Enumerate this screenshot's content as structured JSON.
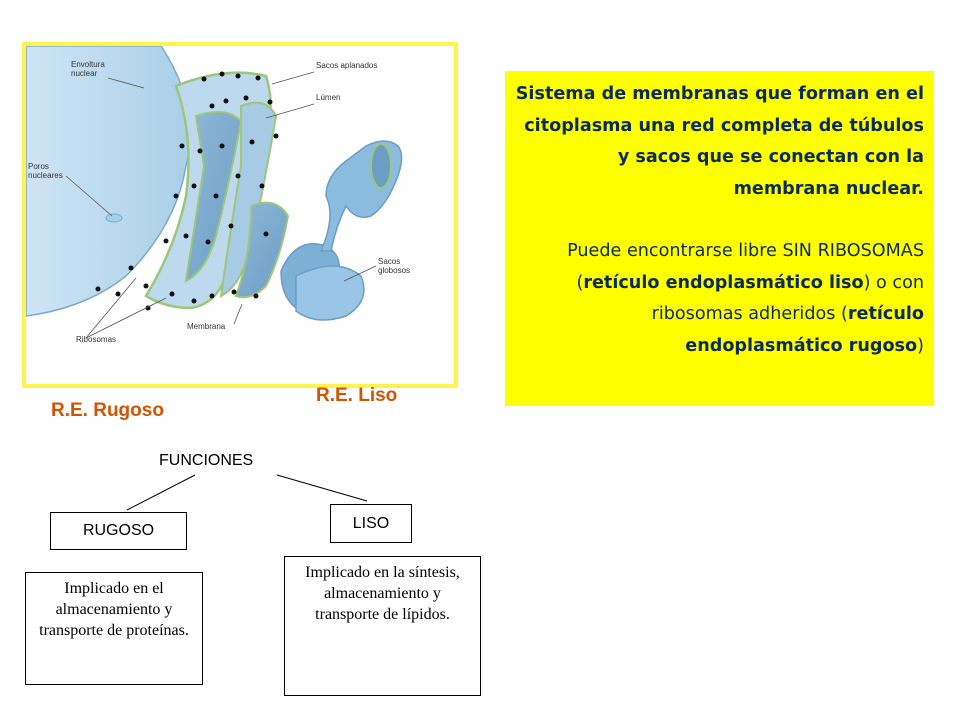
{
  "diagram": {
    "labels": {
      "envoltura": "Envoltura nuclear",
      "poros": "Poros nucleares",
      "sacos_aplanados": "Sacos aplanados",
      "lumen": "Lúmen",
      "sacos_globosos": "Sacos globosos",
      "membrana": "Membrana",
      "ribosomas": "Ribosomas"
    },
    "re_liso": "R.E. Liso",
    "re_rugoso": "R.E. Rugoso"
  },
  "description": {
    "paragraph1": "Sistema de membranas que forman en el citoplasma una red completa de túbulos y sacos que se conectan con la membrana nuclear.",
    "p2_a": "Puede encontrarse libre SIN RIBOSOMAS (",
    "p2_b": "retículo endoplasmático liso",
    "p2_c": ") o con ribosomas adheridos (",
    "p2_d": "retículo endoplasmático rugoso",
    "p2_e": ")"
  },
  "functions": {
    "title": "FUNCIONES",
    "rugoso": "RUGOSO",
    "liso": "LISO",
    "rugoso_desc": "Implicado en el almacenamiento  y transporte de proteínas.",
    "liso_desc": "Implicado en la síntesis, almacenamiento   y transporte de lípidos."
  },
  "colors": {
    "frame": "#fff34d",
    "highlight": "#ffff00",
    "label_orange": "#d35400",
    "membrane_blue": "#a9cfe8",
    "text_navy": "#0a2a5a"
  }
}
